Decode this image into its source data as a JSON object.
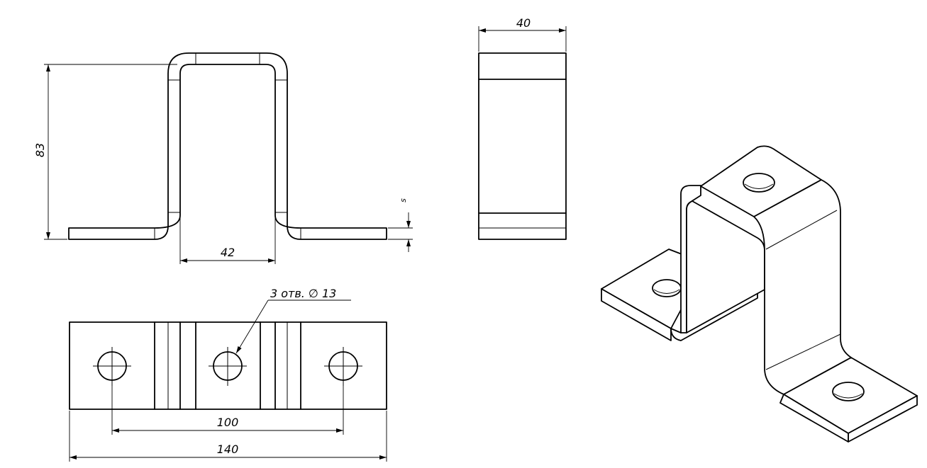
{
  "drawing": {
    "dims": {
      "width_side": "40",
      "height_front": "83",
      "inner_width": "42",
      "thickness": "s",
      "hole_pitch": "100",
      "overall_length": "140"
    },
    "hole_note": "3 отв. ∅ 13"
  }
}
